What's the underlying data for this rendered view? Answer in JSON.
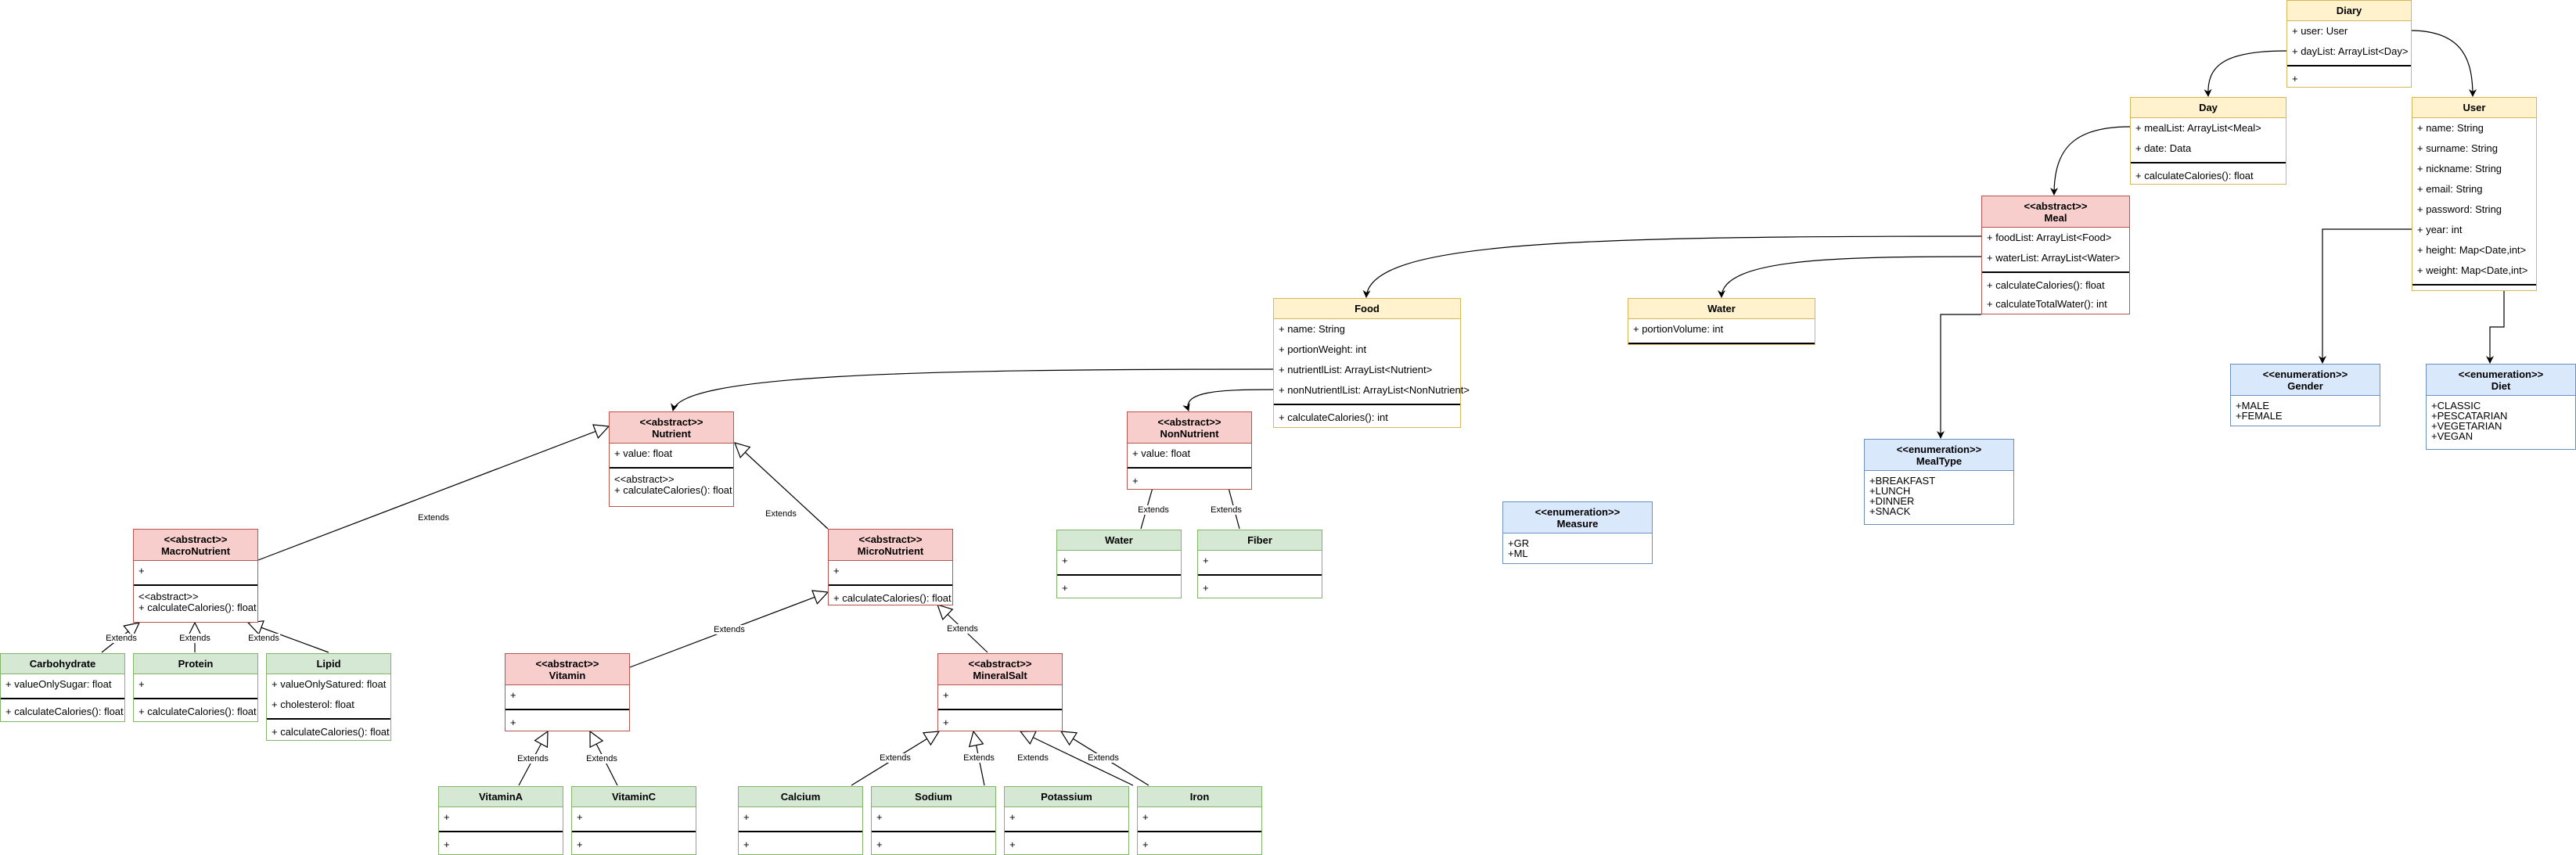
{
  "edge_label": "Extends",
  "classes": {
    "diary": {
      "stereotype": "",
      "name": "Diary",
      "attributes": [
        "+ user: User",
        "+ dayList: ArrayList<Day>"
      ],
      "methods": [
        "+"
      ]
    },
    "day": {
      "stereotype": "",
      "name": "Day",
      "attributes": [
        "+ mealList: ArrayList<Meal>",
        "+ date: Data"
      ],
      "methods": [
        "+ calculateCalories(): float"
      ]
    },
    "user": {
      "stereotype": "",
      "name": "User",
      "attributes": [
        "+ name: String",
        "+ surname: String",
        "+ nickname: String",
        "+ email: String",
        "+ password: String",
        "+ year: int",
        "+ height: Map<Date,int>",
        "+ weight: Map<Date,int>"
      ],
      "methods": []
    },
    "meal": {
      "stereotype": "<<abstract>>",
      "name": "Meal",
      "attributes": [
        "+ foodList: ArrayList<Food>",
        "+ waterList: ArrayList<Water>"
      ],
      "methods": [
        "+ calculateCalories(): float",
        "+ calculateTotalWater(): int"
      ]
    },
    "food": {
      "stereotype": "",
      "name": "Food",
      "attributes": [
        "+ name: String",
        "+ portionWeight: int",
        "+ nutrientlList: ArrayList<Nutrient>",
        "+ nonNutrientlList: ArrayList<NonNutrient>"
      ],
      "methods": [
        "+ calculateCalories(): int"
      ]
    },
    "water": {
      "stereotype": "",
      "name": "Water",
      "attributes": [
        "+ portionVolume: int"
      ],
      "methods": []
    },
    "nutrient": {
      "stereotype": "<<abstract>>",
      "name": "Nutrient",
      "attributes": [
        "+ value: float"
      ],
      "methods": [
        "<<abstract>>",
        "+ calculateCalories(): float"
      ]
    },
    "nonnutrient": {
      "stereotype": "<<abstract>>",
      "name": "NonNutrient",
      "attributes": [
        "+ value: float"
      ],
      "methods": [
        "+"
      ]
    },
    "water2": {
      "stereotype": "",
      "name": "Water",
      "attributes": [
        "+"
      ],
      "methods": [
        "+"
      ]
    },
    "fiber": {
      "stereotype": "",
      "name": "Fiber",
      "attributes": [
        "+"
      ],
      "methods": [
        "+"
      ]
    },
    "macronutrient": {
      "stereotype": "<<abstract>>",
      "name": "MacroNutrient",
      "attributes": [
        "+"
      ],
      "methods": [
        "<<abstract>>",
        "+ calculateCalories(): float"
      ]
    },
    "micronutrient": {
      "stereotype": "<<abstract>>",
      "name": "MicroNutrient",
      "attributes": [
        "+"
      ],
      "methods": [
        "+ calculateCalories(): float"
      ]
    },
    "carbohydrate": {
      "stereotype": "",
      "name": "Carbohydrate",
      "attributes": [
        "+ valueOnlySugar: float"
      ],
      "methods": [
        "+ calculateCalories(): float"
      ]
    },
    "protein": {
      "stereotype": "",
      "name": "Protein",
      "attributes": [
        "+"
      ],
      "methods": [
        "+ calculateCalories(): float"
      ]
    },
    "lipid": {
      "stereotype": "",
      "name": "Lipid",
      "attributes": [
        "+ valueOnlySatured: float",
        "+ cholesterol: float"
      ],
      "methods": [
        "+ calculateCalories(): float"
      ]
    },
    "vitamin": {
      "stereotype": "<<abstract>>",
      "name": "Vitamin",
      "attributes": [
        "+"
      ],
      "methods": [
        "+"
      ]
    },
    "mineralsalt": {
      "stereotype": "<<abstract>>",
      "name": "MineralSalt",
      "attributes": [
        "+"
      ],
      "methods": [
        "+"
      ]
    },
    "vitamina": {
      "stereotype": "",
      "name": "VitaminA",
      "attributes": [
        "+"
      ],
      "methods": [
        "+"
      ]
    },
    "vitaminc": {
      "stereotype": "",
      "name": "VitaminC",
      "attributes": [
        "+"
      ],
      "methods": [
        "+"
      ]
    },
    "calcium": {
      "stereotype": "",
      "name": "Calcium",
      "attributes": [
        "+"
      ],
      "methods": [
        "+"
      ]
    },
    "sodium": {
      "stereotype": "",
      "name": "Sodium",
      "attributes": [
        "+"
      ],
      "methods": [
        "+"
      ]
    },
    "potassium": {
      "stereotype": "",
      "name": "Potassium",
      "attributes": [
        "+"
      ],
      "methods": [
        "+"
      ]
    },
    "iron": {
      "stereotype": "",
      "name": "Iron",
      "attributes": [
        "+"
      ],
      "methods": [
        "+"
      ]
    }
  },
  "enums": {
    "gender": {
      "stereotype": "<<enumeration>>",
      "name": "Gender",
      "values": [
        "+MALE",
        "+FEMALE"
      ]
    },
    "diet": {
      "stereotype": "<<enumeration>>",
      "name": "Diet",
      "values": [
        "+CLASSIC",
        "+PESCATARIAN",
        "+VEGETARIAN",
        "+VEGAN"
      ]
    },
    "mealtype": {
      "stereotype": "<<enumeration>>",
      "name": "MealType",
      "values": [
        "+BREAKFAST",
        "+LUNCH",
        "+DINNER",
        "+SNACK"
      ]
    },
    "measure": {
      "stereotype": "<<enumeration>>",
      "name": "Measure",
      "values": [
        "+GR",
        "+ML"
      ]
    }
  },
  "colors": {
    "yellow_fill": "#fff2cc",
    "yellow_stroke": "#d6b656",
    "red_fill": "#f8cecc",
    "red_stroke": "#b85450",
    "green_fill": "#d5e8d4",
    "green_stroke": "#82b366",
    "blue_fill": "#dae8fc",
    "blue_stroke": "#6c8ebf"
  }
}
